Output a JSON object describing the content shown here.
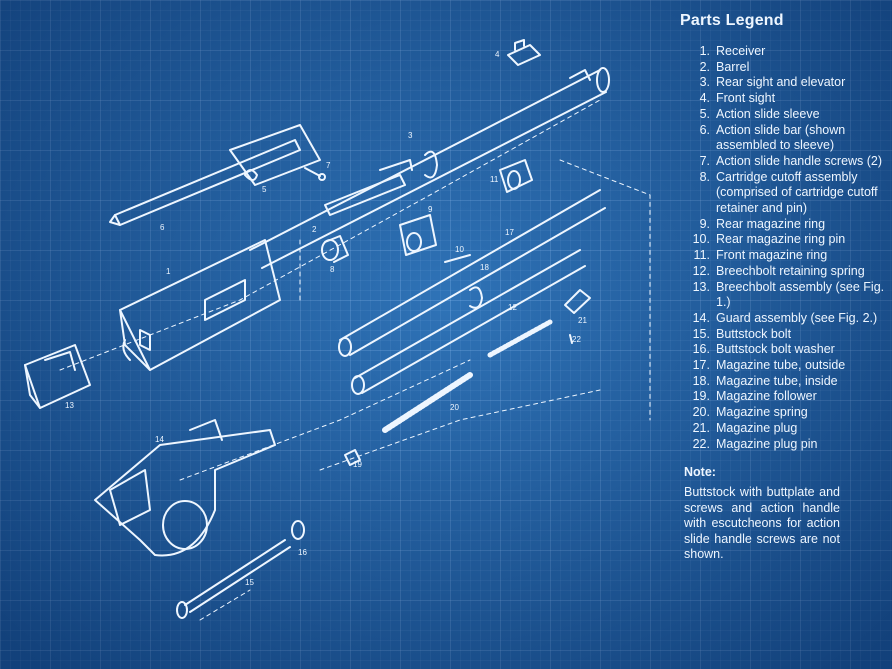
{
  "legend": {
    "title": "Parts Legend",
    "items": [
      {
        "num": "1.",
        "text": "Receiver"
      },
      {
        "num": "2.",
        "text": "Barrel"
      },
      {
        "num": "3.",
        "text": "Rear sight and elevator"
      },
      {
        "num": "4.",
        "text": "Front sight"
      },
      {
        "num": "5.",
        "text": "Action slide sleeve"
      },
      {
        "num": "6.",
        "text": "Action slide bar (shown assembled to sleeve)"
      },
      {
        "num": "7.",
        "text": "Action slide handle screws (2)"
      },
      {
        "num": "8.",
        "text": "Cartridge cutoff assembly (comprised of cartridge cutoff retainer and pin)"
      },
      {
        "num": "9.",
        "text": "Rear magazine ring"
      },
      {
        "num": "10.",
        "text": "Rear magazine ring pin"
      },
      {
        "num": "11.",
        "text": "Front magazine ring"
      },
      {
        "num": "12.",
        "text": "Breechbolt retaining spring"
      },
      {
        "num": "13.",
        "text": "Breechbolt assembly (see Fig. 1.)"
      },
      {
        "num": "14.",
        "text": "Guard assembly (see Fig. 2.)"
      },
      {
        "num": "15.",
        "text": "Buttstock bolt"
      },
      {
        "num": "16.",
        "text": "Buttstock bolt washer"
      },
      {
        "num": "17.",
        "text": "Magazine tube, outside"
      },
      {
        "num": "18.",
        "text": "Magazine tube, inside"
      },
      {
        "num": "19.",
        "text": "Magazine follower"
      },
      {
        "num": "20.",
        "text": "Magazine spring"
      },
      {
        "num": "21.",
        "text": "Magazine plug"
      },
      {
        "num": "22.",
        "text": "Magazine plug pin"
      }
    ]
  },
  "note": {
    "title": "Note:",
    "body": "Buttstock with buttplate and screws and action handle with escutcheons for action slide handle screws are not shown."
  },
  "callouts": [
    "1",
    "2",
    "3",
    "4",
    "5",
    "6",
    "7",
    "8",
    "9",
    "10",
    "11",
    "12",
    "13",
    "14",
    "15",
    "16",
    "17",
    "18",
    "19",
    "20",
    "21",
    "22"
  ],
  "colors": {
    "background": "#1d60a3",
    "line": "#eef6ff"
  }
}
